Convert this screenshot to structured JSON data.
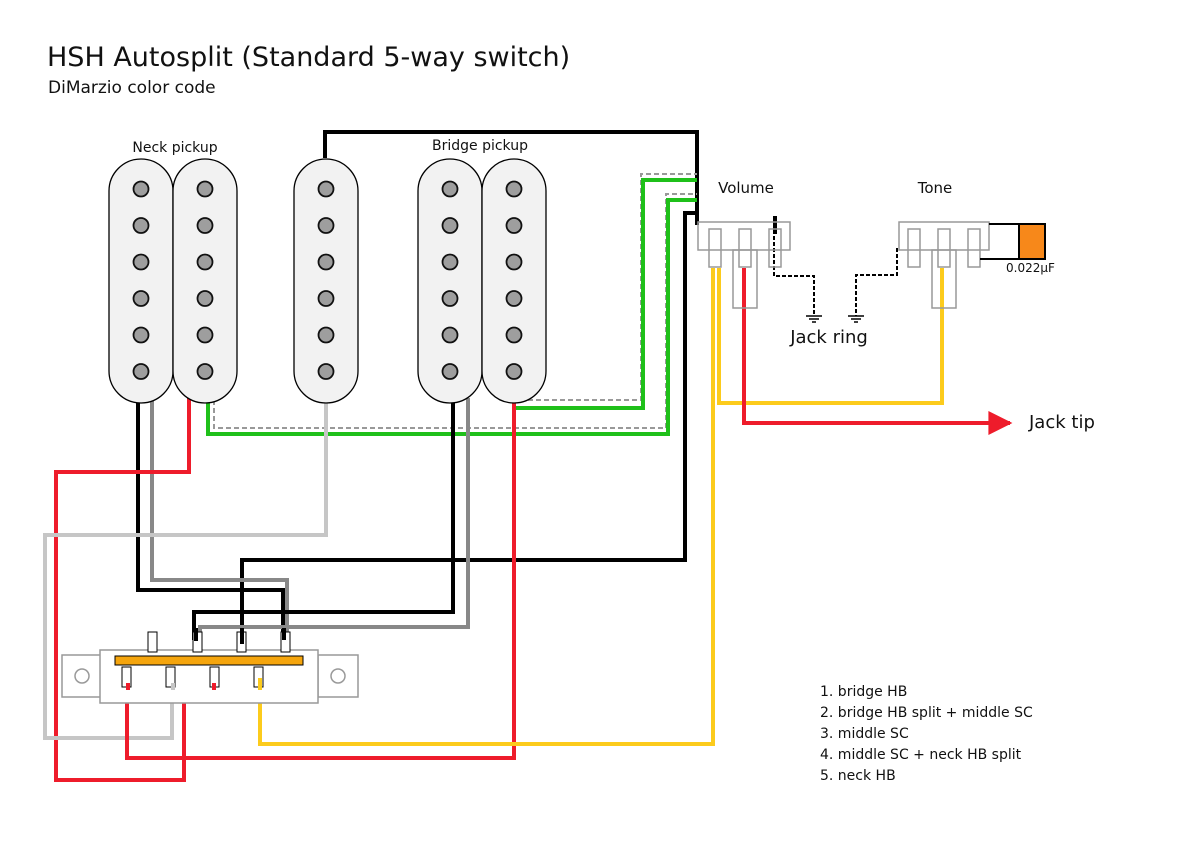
{
  "header": {
    "title": "HSH Autosplit (Standard 5-way switch)",
    "subtitle": "DiMarzio color code"
  },
  "labels": {
    "neck_pickup": "Neck pickup",
    "bridge_pickup": "Bridge pickup",
    "volume": "Volume",
    "tone": "Tone",
    "capacitor_value": "0.022µF",
    "jack_ring": "Jack ring",
    "jack_tip": "Jack tip"
  },
  "legend": {
    "items": [
      "1. bridge HB",
      "2. bridge HB split + middle SC",
      "3. middle SC",
      "4. middle SC + neck HB split",
      "5. neck HB"
    ]
  },
  "colors": {
    "red": "#ee1c2b",
    "black": "#000000",
    "green": "#1fc01a",
    "white_wire": "#c6c6c6",
    "gray_wire": "#888888",
    "bare": "#999999",
    "yellow": "#fccb1c",
    "orange_cap": "#f7881a",
    "switch_bar": "#f5a50d",
    "pickup_fill": "#f2f2f2",
    "pole_fill": "#9e9e9e"
  },
  "components": {
    "pickups": [
      {
        "name": "neck-humbucker",
        "coils": 2
      },
      {
        "name": "middle-single-coil",
        "coils": 1
      },
      {
        "name": "bridge-humbucker",
        "coils": 2
      }
    ],
    "poles_per_coil": 6
  }
}
